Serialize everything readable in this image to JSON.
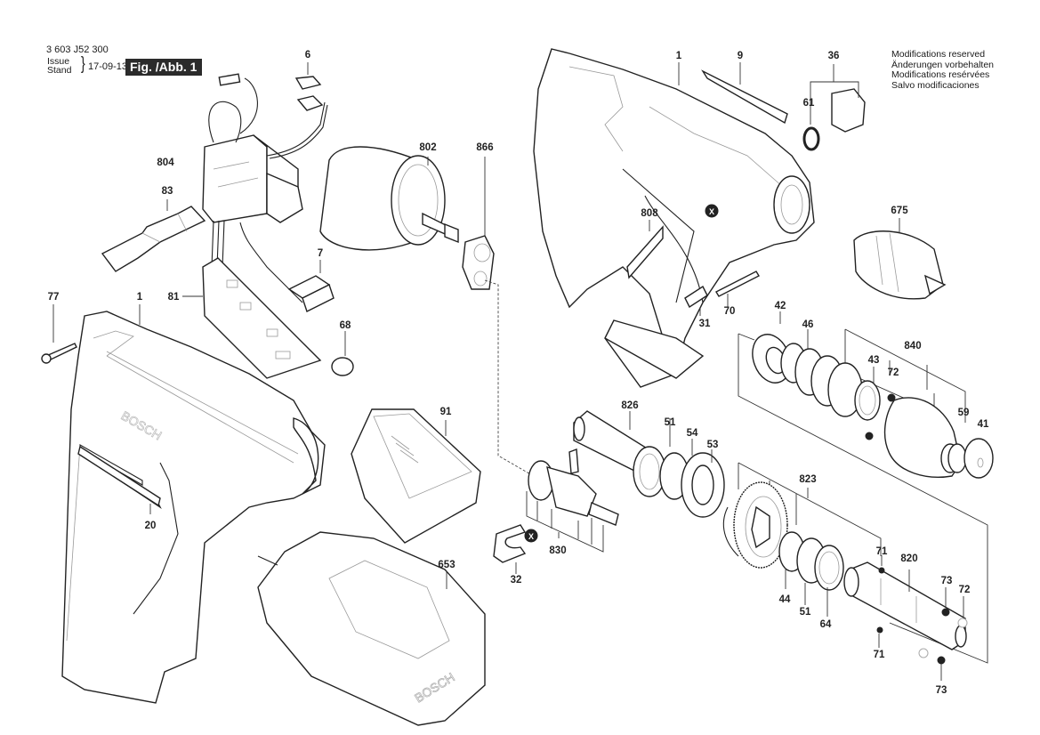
{
  "header": {
    "document_number": "3 603 J52 300",
    "issue_label": "Issue\nStand",
    "issue_date": "17-09-13",
    "figure_label": "Fig. /Abb. 1"
  },
  "notice": {
    "lines": [
      "Modifications reserved",
      "Änderungen vorbehalten",
      "Modifications resérvées",
      "Salvo modificaciones"
    ]
  },
  "markers": {
    "x_marker": "X"
  },
  "parts": [
    {
      "id": "p6",
      "label": "6"
    },
    {
      "id": "p804",
      "label": "804"
    },
    {
      "id": "p83",
      "label": "83"
    },
    {
      "id": "p802",
      "label": "802"
    },
    {
      "id": "p866",
      "label": "866"
    },
    {
      "id": "p7",
      "label": "7"
    },
    {
      "id": "p81",
      "label": "81"
    },
    {
      "id": "p68",
      "label": "68"
    },
    {
      "id": "p77",
      "label": "77"
    },
    {
      "id": "p1a",
      "label": "1"
    },
    {
      "id": "p20",
      "label": "20"
    },
    {
      "id": "p91",
      "label": "91"
    },
    {
      "id": "p653",
      "label": "653"
    },
    {
      "id": "p1b",
      "label": "1"
    },
    {
      "id": "p9",
      "label": "9"
    },
    {
      "id": "p36",
      "label": "36"
    },
    {
      "id": "p61",
      "label": "61"
    },
    {
      "id": "p808",
      "label": "808"
    },
    {
      "id": "p675",
      "label": "675"
    },
    {
      "id": "p31",
      "label": "31"
    },
    {
      "id": "p70",
      "label": "70"
    },
    {
      "id": "p42",
      "label": "42"
    },
    {
      "id": "p46",
      "label": "46"
    },
    {
      "id": "p840",
      "label": "840"
    },
    {
      "id": "p43",
      "label": "43"
    },
    {
      "id": "p72a",
      "label": "72"
    },
    {
      "id": "p59",
      "label": "59"
    },
    {
      "id": "p41",
      "label": "41"
    },
    {
      "id": "p826",
      "label": "826"
    },
    {
      "id": "p51a",
      "label": "51"
    },
    {
      "id": "p54",
      "label": "54"
    },
    {
      "id": "p53",
      "label": "53"
    },
    {
      "id": "p830",
      "label": "830"
    },
    {
      "id": "p32",
      "label": "32"
    },
    {
      "id": "p823",
      "label": "823"
    },
    {
      "id": "p71a",
      "label": "71"
    },
    {
      "id": "p820",
      "label": "820"
    },
    {
      "id": "p73a",
      "label": "73"
    },
    {
      "id": "p72b",
      "label": "72"
    },
    {
      "id": "p44",
      "label": "44"
    },
    {
      "id": "p51b",
      "label": "51"
    },
    {
      "id": "p64",
      "label": "64"
    },
    {
      "id": "p71b",
      "label": "71"
    },
    {
      "id": "p73b",
      "label": "73"
    }
  ],
  "branding": {
    "housing_logo": "BOSCH",
    "charger_logo": "BOSCH"
  }
}
